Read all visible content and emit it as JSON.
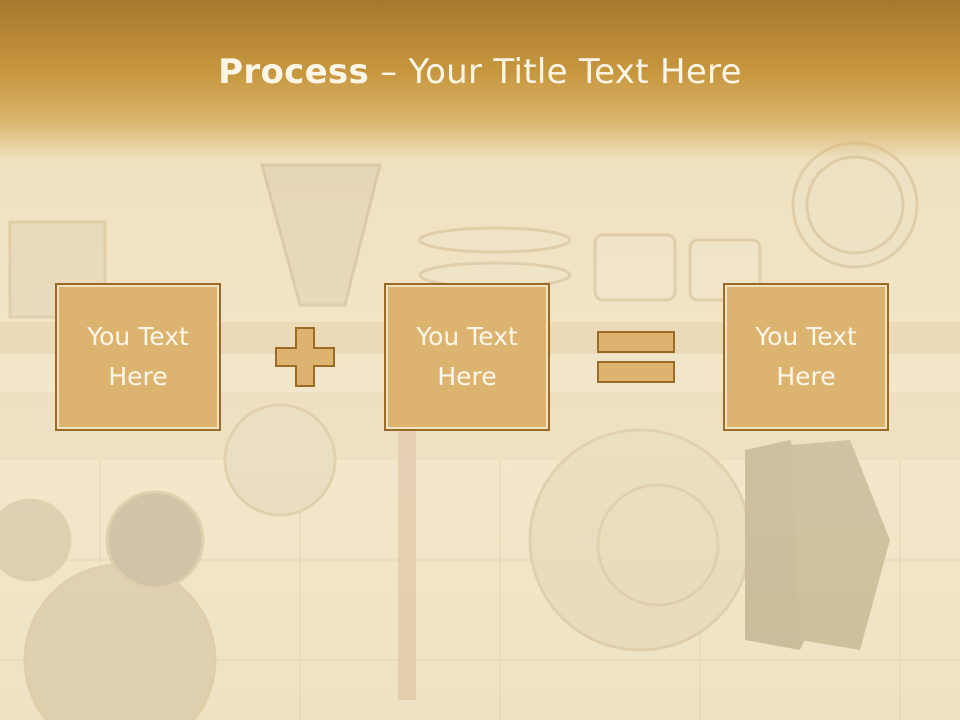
{
  "slide": {
    "title_bold": "Process",
    "title_dash": " – ",
    "title_rest": "Your Title Text Here",
    "boxes": [
      {
        "label": "You Text\nHere"
      },
      {
        "label": "You Text\nHere"
      },
      {
        "label": "You Text\nHere"
      }
    ],
    "operators": [
      "plus-icon",
      "equals-icon"
    ]
  },
  "colors": {
    "title_band": "#c7973f",
    "box_fill": "#dcb470",
    "box_border": "#9a6a26",
    "text_light": "#fdf6e6"
  }
}
